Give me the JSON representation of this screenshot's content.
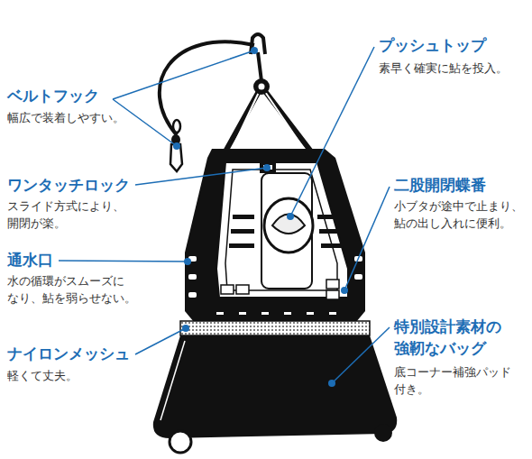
{
  "diagram": {
    "labels": [
      "プッシュトップ",
      "素早く確実に鮎を投入。",
      "ベルトフック",
      "幅広で装着しやすい。",
      "ワンタッチロック",
      "スライド方式により、 開閉が楽。",
      "二股開閉蝶番",
      "小ブタが途中で止まり、 鮎の出し入れに便利。",
      "通水口",
      "水の循環がスムーズに なり、鮎を弱らせない。",
      "ナイロンメッシュ",
      "軽くて丈夫。",
      "特別設計素材の 強靭なバッグ",
      "底コーナー補強パッド 付き。"
    ]
  }
}
